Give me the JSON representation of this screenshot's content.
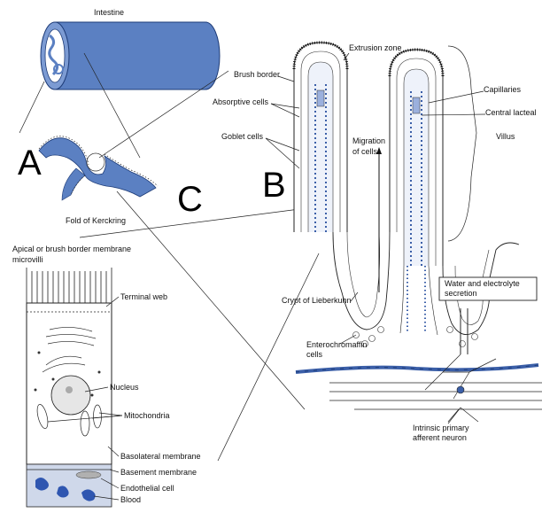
{
  "panel_letters": {
    "a": "A",
    "b": "B",
    "c": "C"
  },
  "intestine": {
    "title": "Intestine",
    "fold_label": "Fold of Kerckring"
  },
  "villus": {
    "extrusion_zone": "Extrusion zone",
    "brush_border": "Brush border",
    "absorptive_cells": "Absorptive cells",
    "goblet_cells": "Goblet cells",
    "migration_line1": "Migration",
    "migration_line2": "of cells",
    "capillaries": "Capillaries",
    "central_lacteal": "Central lacteal",
    "villus": "Villus",
    "crypt": "Crypt of Lieberkuhn",
    "entero_line1": "Enterochromaffin",
    "entero_line2": "cells",
    "secretion_line1": "Water and electrolyte",
    "secretion_line2": "secretion",
    "neuron_line1": "Intrinsic primary",
    "neuron_line2": "afferent neuron"
  },
  "enterocyte": {
    "apical_line1": "Apical or brush border membrane",
    "apical_line2": "microvilli",
    "terminal_web": "Terminal web",
    "nucleus": "Nucleus",
    "mitochondria": "Mitochondria",
    "basolateral": "Basolateral membrane",
    "basement": "Basement membrane",
    "endothelial": "Endothelial cell",
    "blood": "Blood"
  },
  "colors": {
    "tissue_blue": "#5b80c2",
    "line": "#222222",
    "basement": "#cfd8ea"
  }
}
